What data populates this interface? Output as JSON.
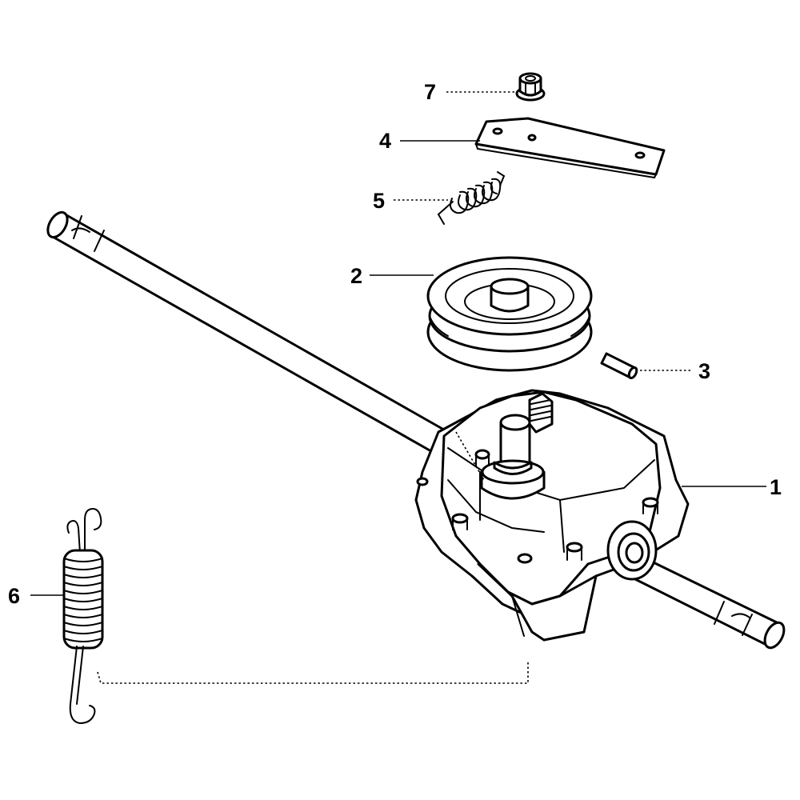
{
  "callouts": [
    {
      "id": "1"
    },
    {
      "id": "2"
    },
    {
      "id": "3"
    },
    {
      "id": "4"
    },
    {
      "id": "5"
    },
    {
      "id": "6"
    },
    {
      "id": "7"
    }
  ],
  "parts": [
    {
      "callout": "1",
      "icon": "transmission-gearbox-with-axle"
    },
    {
      "callout": "2",
      "icon": "v-belt-pulley"
    },
    {
      "callout": "3",
      "icon": "pin"
    },
    {
      "callout": "4",
      "icon": "flat-plate"
    },
    {
      "callout": "5",
      "icon": "torsion-spring"
    },
    {
      "callout": "6",
      "icon": "extension-spring"
    },
    {
      "callout": "7",
      "icon": "flange-nut"
    }
  ],
  "colors": {
    "line": "#000000",
    "background": "#ffffff"
  }
}
